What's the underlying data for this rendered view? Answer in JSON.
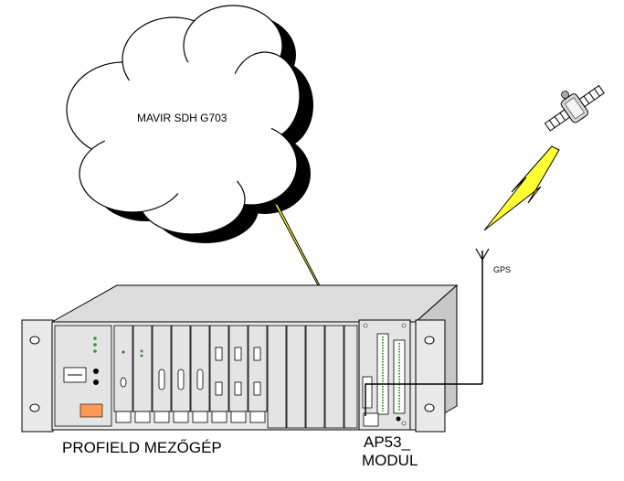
{
  "network": {
    "label": "MAVIR SDH G703"
  },
  "gps": {
    "label": "GPS"
  },
  "device": {
    "label": "PROFIELD MEZŐGÉP"
  },
  "module": {
    "label_line1": "AP53_",
    "label_line2": "MODUL"
  },
  "colors": {
    "lightning": "#ffff33",
    "cloud_shadow": "#000000",
    "rack_face": "#e9e9e9",
    "rack_top": "#dcdcdc",
    "rack_side": "#c8c8c8",
    "status_button": "#ff9955",
    "led": "#339933"
  },
  "icons": [
    "cloud-icon",
    "lightning-icon",
    "satellite-icon",
    "antenna-icon",
    "rack-chassis-icon"
  ]
}
